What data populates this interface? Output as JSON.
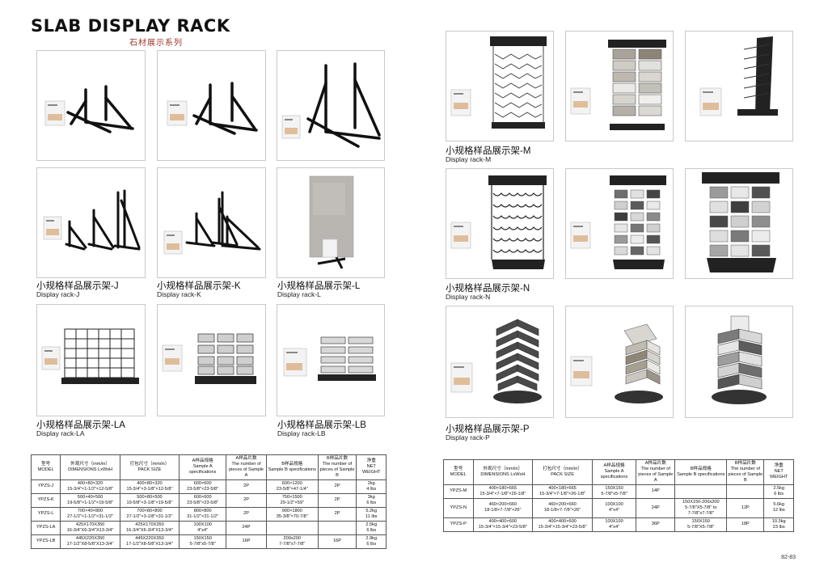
{
  "header": {
    "title": "SLAB DISPLAY RACK",
    "subtitle": "石材展示系列"
  },
  "captions": {
    "j": {
      "cn": "小规格样品展示架-J",
      "en": "Display rack-J"
    },
    "k": {
      "cn": "小规格样品展示架-K",
      "en": "Display rack-K"
    },
    "l": {
      "cn": "小规格样品展示架-L",
      "en": "Display rack-L"
    },
    "la": {
      "cn": "小规格样品展示架-LA",
      "en": "Display rack-LA"
    },
    "lb": {
      "cn": "小规格样品展示架-LB",
      "en": "Display rack-LB"
    },
    "m": {
      "cn": "小规格样品展示架-M",
      "en": "Display rack-M"
    },
    "n": {
      "cn": "小规格样品展示架-N",
      "en": "Display rack-N"
    },
    "p": {
      "cn": "小规格样品展示架-P",
      "en": "Display rack-P"
    }
  },
  "left_table": {
    "headers": [
      "型号\nMODEL",
      "外观尺寸（mm/in）\nDIMENSIONS LxWxH",
      "打包尺寸（mm/in）\nPACK SIZE",
      "A样品规格\nSample A specifications",
      "A样品片数\nThe number of pieces of Sample A",
      "B样品规格\nSample B specifications",
      "B样品片数\nThe number of pieces of Sample B",
      "净重\nNET WEIGHT"
    ],
    "rows": [
      [
        "YPZS-J",
        "400×80×320\n15-3/4\"×1-1/2\"×12-5/8\"",
        "400×80×320\n15-3/4\"×3-1/8\"×12-5/8\"",
        "600×600\n23-5/8\"×23-5/8\"",
        "2P",
        "600×1200\n23-5/8\"×47-1/4\"",
        "2P",
        "2kg\n4 lbs"
      ],
      [
        "YPZS-K",
        "500×40×500\n19-5/8\"×1-1/2\"×19-5/8\"",
        "500×80×500\n19-5/8\"×3-1/8\"×19-5/8\"",
        "600×600\n23-5/8\"×23-5/8\"",
        "2P",
        "750×1500\n29-1/2\"×59\"",
        "2P",
        "3kg\n6 lbs"
      ],
      [
        "YPZS-L",
        "700×40×800\n27-1/2\"×1-1/2\"×31-1/2\"",
        "700×80×800\n27-1/2\"×3-1/8\"×31-1/2\"",
        "800×800\n31-1/2\"×31-1/2\"",
        "2P",
        "900×1800\n35-3/8\"×70-7/8\"",
        "2P",
        "5.2kg\n11 lbs"
      ],
      [
        "YPZS-LA",
        "425X170X350\n16-3/4\"X6-3/4\"X13-3/4\"",
        "425X170X350\n16-3/4\"X6-3/4\"X13-3/4\"",
        "100X100\n4\"x4\"",
        "24P",
        "",
        "",
        "2.5kg\n6 lbs"
      ],
      [
        "YPZS-LB",
        "445X220X350\n17-1/2\"X8-5/8\"X13-3/4\"",
        "445X220X350\n17-1/2\"X8-5/8\"X13-3/4\"",
        "150X150\n5-7/8\"x5-7/8\"",
        "16P",
        "200x200\n7-7/8\"x7-7/8\"",
        "16P",
        "2.9kg\n6 lbs"
      ]
    ]
  },
  "right_table": {
    "headers": [
      "型号\nMODEL",
      "外观尺寸（mm/in）\nDIMENSIONS LxWxH",
      "打包尺寸（mm/in）\nPACK SIZE",
      "A样品规格\nSample A specifications",
      "A样品片数\nThe number of pieces of Sample A",
      "B样品规格\nSample B specifications",
      "B样品片数\nThe number of pieces of Sample B",
      "净重\nNET WEIGHT"
    ],
    "rows": [
      [
        "YPZS-M",
        "400×180×665\n15-3/4\"×7-1/8\"×26-1/8\"",
        "400×180×665\n15-3/4\"×7-1/8\"×26-1/8\"",
        "150X150\n5-7/8\"x5-7/8\"",
        "14P",
        "",
        "",
        "2.5kg\n6 lbs"
      ],
      [
        "YPZS-N",
        "460×200×660\n18-1/8×7-7/8\"×26\"",
        "460×200×660\n18-1/8×7-7/8\"×26\"",
        "100X100\n4\"x4\"",
        "24P",
        "150X150-200x200\n5-7/8\"X5-7/8\" to\n7-7/8\"x7-7/8\"",
        "12P",
        "5.6kg\n12 lbs"
      ],
      [
        "YPZS-P",
        "400×400×600\n15-3/4\"×15-3/4\"×23-5/8\"",
        "400×400×600\n15-3/4\"×15-3/4\"×23-5/8\"",
        "100X100\n4\"x4\"",
        "36P",
        "150X150\n5-7/8\"X5-7/8\"",
        "18P",
        "10.3kg\n23 lbs"
      ]
    ]
  },
  "footer": {
    "page_numbers": "82-83"
  }
}
